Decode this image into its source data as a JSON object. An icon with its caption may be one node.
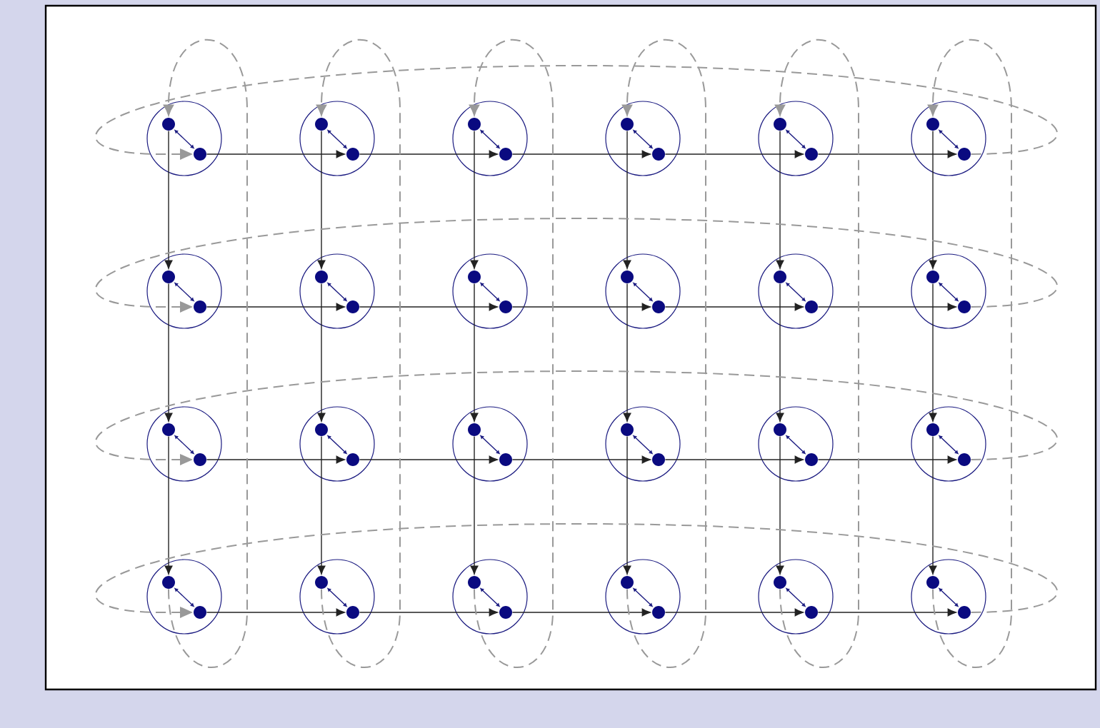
{
  "diagram": {
    "nodes": [
      {
        "text": [],
        "shape": "circle"
      },
      {
        "text": [],
        "shape": "dot",
        "in": 0
      },
      {
        "text": [],
        "shape": "dot",
        "in": 0
      },
      {
        "text": [],
        "shape": "circle"
      },
      {
        "text": [],
        "shape": "dot",
        "in": 3
      },
      {
        "text": [],
        "shape": "dot",
        "in": 3
      },
      {
        "text": [],
        "shape": "circle"
      },
      {
        "text": [],
        "shape": "dot",
        "in": 6
      },
      {
        "text": [],
        "shape": "dot",
        "in": 6
      },
      {
        "text": [],
        "shape": "circle"
      },
      {
        "text": [],
        "shape": "dot",
        "in": 9
      },
      {
        "text": [],
        "shape": "dot",
        "in": 9
      },
      {
        "text": [],
        "shape": "circle"
      },
      {
        "text": [],
        "shape": "dot",
        "in": 12
      },
      {
        "text": [],
        "shape": "dot",
        "in": 12
      },
      {
        "text": [],
        "shape": "circle"
      },
      {
        "text": [],
        "shape": "dot",
        "in": 15
      },
      {
        "text": [],
        "shape": "dot",
        "in": 15
      },
      {
        "text": [],
        "shape": "circle"
      },
      {
        "text": [],
        "shape": "dot",
        "in": 18
      },
      {
        "text": [],
        "shape": "dot",
        "in": 18
      },
      {
        "text": [],
        "shape": "circle"
      },
      {
        "text": [],
        "shape": "dot",
        "in": 21
      },
      {
        "text": [],
        "shape": "dot",
        "in": 21
      },
      {
        "text": [],
        "shape": "circle"
      },
      {
        "text": [],
        "shape": "dot",
        "in": 24
      },
      {
        "text": [],
        "shape": "dot",
        "in": 24
      },
      {
        "text": [],
        "shape": "circle"
      },
      {
        "text": [],
        "shape": "dot",
        "in": 27
      },
      {
        "text": [],
        "shape": "dot",
        "in": 27
      },
      {
        "text": [],
        "shape": "circle"
      },
      {
        "text": [],
        "shape": "dot",
        "in": 30
      },
      {
        "text": [],
        "shape": "dot",
        "in": 30
      },
      {
        "text": [],
        "shape": "circle"
      },
      {
        "text": [],
        "shape": "dot",
        "in": 33
      },
      {
        "text": [],
        "shape": "dot",
        "in": 33
      },
      {
        "text": [],
        "shape": "circle"
      },
      {
        "text": [],
        "shape": "dot",
        "in": 36
      },
      {
        "text": [],
        "shape": "dot",
        "in": 36
      },
      {
        "text": [],
        "shape": "circle"
      },
      {
        "text": [],
        "shape": "dot",
        "in": 39
      },
      {
        "text": [],
        "shape": "dot",
        "in": 39
      },
      {
        "text": [],
        "shape": "circle"
      },
      {
        "text": [],
        "shape": "dot",
        "in": 42
      },
      {
        "text": [],
        "shape": "dot",
        "in": 42
      },
      {
        "text": [],
        "shape": "circle"
      },
      {
        "text": [],
        "shape": "dot",
        "in": 45
      },
      {
        "text": [],
        "shape": "dot",
        "in": 45
      },
      {
        "text": [],
        "shape": "circle"
      },
      {
        "text": [],
        "shape": "dot",
        "in": 48
      },
      {
        "text": [],
        "shape": "dot",
        "in": 48
      },
      {
        "text": [],
        "shape": "circle"
      },
      {
        "text": [],
        "shape": "dot",
        "in": 51
      },
      {
        "text": [],
        "shape": "dot",
        "in": 51
      },
      {
        "text": [],
        "shape": "circle"
      },
      {
        "text": [],
        "shape": "dot",
        "in": 54
      },
      {
        "text": [],
        "shape": "dot",
        "in": 54
      },
      {
        "text": [],
        "shape": "circle"
      },
      {
        "text": [],
        "shape": "dot",
        "in": 57
      },
      {
        "text": [],
        "shape": "dot",
        "in": 57
      },
      {
        "text": [],
        "shape": "circle"
      },
      {
        "text": [],
        "shape": "dot",
        "in": 60
      },
      {
        "text": [],
        "shape": "dot",
        "in": 60
      },
      {
        "text": [],
        "shape": "circle"
      },
      {
        "text": [],
        "shape": "dot",
        "in": 63
      },
      {
        "text": [],
        "shape": "dot",
        "in": 63
      },
      {
        "text": [],
        "shape": "circle"
      },
      {
        "text": [],
        "shape": "dot",
        "in": 66
      },
      {
        "text": [],
        "shape": "dot",
        "in": 66
      },
      {
        "text": [],
        "shape": "circle"
      },
      {
        "text": [],
        "shape": "dot",
        "in": 69
      },
      {
        "text": [],
        "shape": "dot",
        "in": 69
      }
    ],
    "edges": [
      {
        "from": 1,
        "to": 2,
        "arrow": "both",
        "color": "#1a1a80"
      },
      {
        "from": 4,
        "to": 5,
        "arrow": "both",
        "color": "#1a1a80"
      },
      {
        "from": 7,
        "to": 8,
        "arrow": "both",
        "color": "#1a1a80"
      },
      {
        "from": 10,
        "to": 11,
        "arrow": "both",
        "color": "#1a1a80"
      },
      {
        "from": 13,
        "to": 14,
        "arrow": "both",
        "color": "#1a1a80"
      },
      {
        "from": 16,
        "to": 17,
        "arrow": "both",
        "color": "#1a1a80"
      },
      {
        "from": 19,
        "to": 20,
        "arrow": "both",
        "color": "#1a1a80"
      },
      {
        "from": 22,
        "to": 23,
        "arrow": "both",
        "color": "#1a1a80"
      },
      {
        "from": 25,
        "to": 26,
        "arrow": "both",
        "color": "#1a1a80"
      },
      {
        "from": 28,
        "to": 29,
        "arrow": "both",
        "color": "#1a1a80"
      },
      {
        "from": 31,
        "to": 32,
        "arrow": "both",
        "color": "#1a1a80"
      },
      {
        "from": 34,
        "to": 35,
        "arrow": "both",
        "color": "#1a1a80"
      },
      {
        "from": 37,
        "to": 38,
        "arrow": "both",
        "color": "#1a1a80"
      },
      {
        "from": 40,
        "to": 41,
        "arrow": "both",
        "color": "#1a1a80"
      },
      {
        "from": 43,
        "to": 44,
        "arrow": "both",
        "color": "#1a1a80"
      },
      {
        "from": 46,
        "to": 47,
        "arrow": "both",
        "color": "#1a1a80"
      },
      {
        "from": 49,
        "to": 50,
        "arrow": "both",
        "color": "#1a1a80"
      },
      {
        "from": 52,
        "to": 53,
        "arrow": "both",
        "color": "#1a1a80"
      },
      {
        "from": 55,
        "to": 56,
        "arrow": "both",
        "color": "#1a1a80"
      },
      {
        "from": 58,
        "to": 59,
        "arrow": "both",
        "color": "#1a1a80"
      },
      {
        "from": 61,
        "to": 62,
        "arrow": "both",
        "color": "#1a1a80"
      },
      {
        "from": 64,
        "to": 65,
        "arrow": "both",
        "color": "#1a1a80"
      },
      {
        "from": 67,
        "to": 68,
        "arrow": "both",
        "color": "#1a1a80"
      },
      {
        "from": 70,
        "to": 71,
        "arrow": "both",
        "color": "#1a1a80"
      },
      {
        "from": 2,
        "to": 5,
        "arrow": "to"
      },
      {
        "from": 5,
        "to": 8,
        "arrow": "to"
      },
      {
        "from": 8,
        "to": 11,
        "arrow": "to"
      },
      {
        "from": 11,
        "to": 14,
        "arrow": "to"
      },
      {
        "from": 14,
        "to": 17,
        "arrow": "to"
      },
      {
        "from": 20,
        "to": 23,
        "arrow": "to"
      },
      {
        "from": 23,
        "to": 26,
        "arrow": "to"
      },
      {
        "from": 26,
        "to": 29,
        "arrow": "to"
      },
      {
        "from": 29,
        "to": 32,
        "arrow": "to"
      },
      {
        "from": 32,
        "to": 35,
        "arrow": "to"
      },
      {
        "from": 38,
        "to": 41,
        "arrow": "to"
      },
      {
        "from": 41,
        "to": 44,
        "arrow": "to"
      },
      {
        "from": 44,
        "to": 47,
        "arrow": "to"
      },
      {
        "from": 47,
        "to": 50,
        "arrow": "to"
      },
      {
        "from": 50,
        "to": 53,
        "arrow": "to"
      },
      {
        "from": 56,
        "to": 59,
        "arrow": "to"
      },
      {
        "from": 59,
        "to": 62,
        "arrow": "to"
      },
      {
        "from": 62,
        "to": 65,
        "arrow": "to"
      },
      {
        "from": 65,
        "to": 68,
        "arrow": "to"
      },
      {
        "from": 68,
        "to": 71,
        "arrow": "to"
      },
      {
        "from": 1,
        "to": 19,
        "arrow": "to"
      },
      {
        "from": 4,
        "to": 22,
        "arrow": "to"
      },
      {
        "from": 7,
        "to": 25,
        "arrow": "to"
      },
      {
        "from": 10,
        "to": 28,
        "arrow": "to"
      },
      {
        "from": 13,
        "to": 31,
        "arrow": "to"
      },
      {
        "from": 16,
        "to": 34,
        "arrow": "to"
      },
      {
        "from": 19,
        "to": 37,
        "arrow": "to"
      },
      {
        "from": 22,
        "to": 40,
        "arrow": "to"
      },
      {
        "from": 25,
        "to": 43,
        "arrow": "to"
      },
      {
        "from": 28,
        "to": 46,
        "arrow": "to"
      },
      {
        "from": 31,
        "to": 49,
        "arrow": "to"
      },
      {
        "from": 34,
        "to": 52,
        "arrow": "to"
      },
      {
        "from": 37,
        "to": 55,
        "arrow": "to"
      },
      {
        "from": 40,
        "to": 58,
        "arrow": "to"
      },
      {
        "from": 43,
        "to": 61,
        "arrow": "to"
      },
      {
        "from": 46,
        "to": 64,
        "arrow": "to"
      },
      {
        "from": 49,
        "to": 67,
        "arrow": "to"
      },
      {
        "from": 52,
        "to": 70,
        "arrow": "to"
      },
      {
        "from": 17,
        "to": 2,
        "arrow": "to",
        "style": "dashed",
        "color": "#999999"
      },
      {
        "from": 35,
        "to": 20,
        "arrow": "to",
        "style": "dashed",
        "color": "#999999"
      },
      {
        "from": 53,
        "to": 38,
        "arrow": "to",
        "style": "dashed",
        "color": "#999999"
      },
      {
        "from": 71,
        "to": 56,
        "arrow": "to",
        "style": "dashed",
        "color": "#999999"
      },
      {
        "from": 55,
        "to": 1,
        "arrow": "to",
        "style": "dashed",
        "color": "#999999"
      },
      {
        "from": 58,
        "to": 4,
        "arrow": "to",
        "style": "dashed",
        "color": "#999999"
      },
      {
        "from": 61,
        "to": 7,
        "arrow": "to",
        "style": "dashed",
        "color": "#999999"
      },
      {
        "from": 64,
        "to": 10,
        "arrow": "to",
        "style": "dashed",
        "color": "#999999"
      },
      {
        "from": 67,
        "to": 13,
        "arrow": "to",
        "style": "dashed",
        "color": "#999999"
      },
      {
        "from": 70,
        "to": 16,
        "arrow": "to",
        "style": "dashed",
        "color": "#999999"
      }
    ]
  }
}
